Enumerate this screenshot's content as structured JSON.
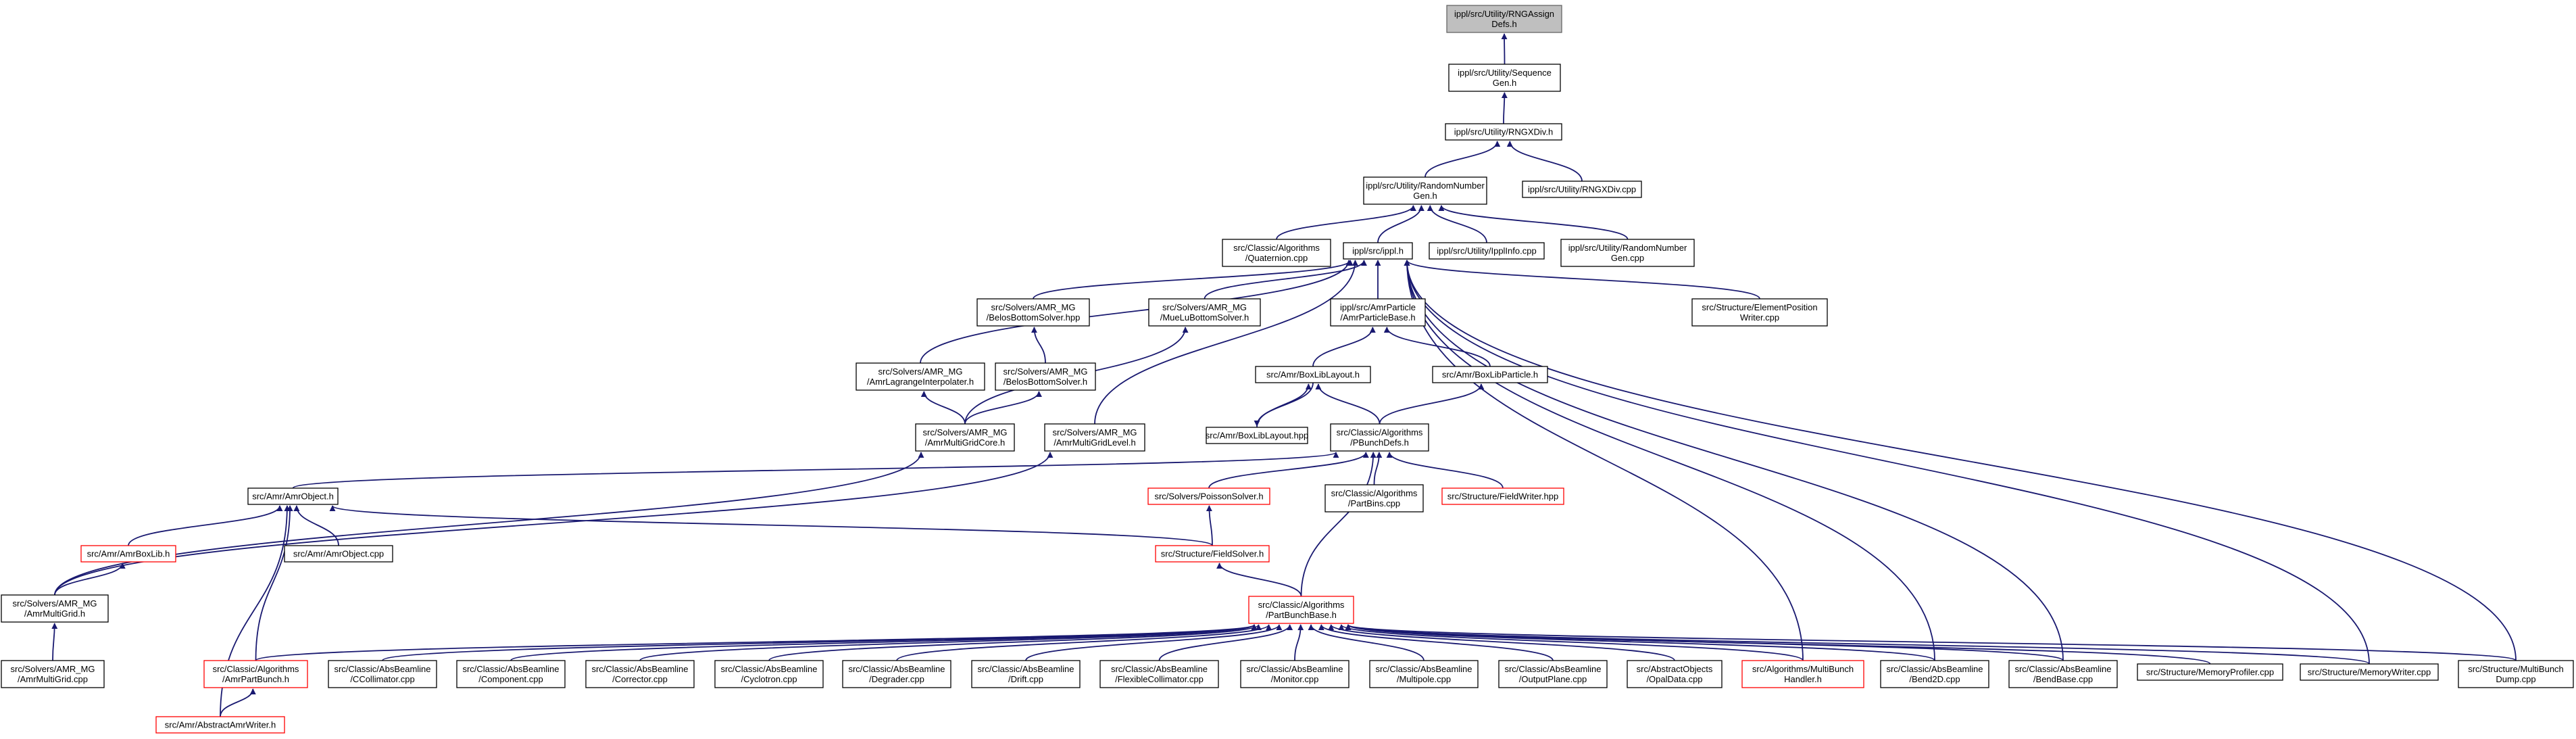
{
  "diagram": {
    "type": "include-dependency-graph",
    "nodes": [
      {
        "id": "rngassign",
        "lines": [
          "ippl/src/Utility/RNGAssign",
          "Defs.h"
        ],
        "style": "root"
      },
      {
        "id": "seqgen",
        "lines": [
          "ippl/src/Utility/Sequence",
          "Gen.h"
        ]
      },
      {
        "id": "rngxdivh",
        "lines": [
          "ippl/src/Utility/RNGXDiv.h"
        ]
      },
      {
        "id": "randgenh",
        "lines": [
          "ippl/src/Utility/RandomNumber",
          "Gen.h"
        ]
      },
      {
        "id": "rngxdivcpp",
        "lines": [
          "ippl/src/Utility/RNGXDiv.cpp"
        ]
      },
      {
        "id": "quaternion",
        "lines": [
          "src/Classic/Algorithms",
          "/Quaternion.cpp"
        ]
      },
      {
        "id": "ipplh",
        "lines": [
          "ippl/src/ippl.h"
        ]
      },
      {
        "id": "ipplinfo",
        "lines": [
          "ippl/src/Utility/IpplInfo.cpp"
        ]
      },
      {
        "id": "randgencpp",
        "lines": [
          "ippl/src/Utility/RandomNumber",
          "Gen.cpp"
        ]
      },
      {
        "id": "belosbotthpp",
        "lines": [
          "src/Solvers/AMR_MG",
          "/BelosBottomSolver.hpp"
        ]
      },
      {
        "id": "muelubott",
        "lines": [
          "src/Solvers/AMR_MG",
          "/MueLuBottomSolver.h"
        ]
      },
      {
        "id": "amrpartbase",
        "lines": [
          "ippl/src/AmrParticle",
          "/AmrParticleBase.h"
        ]
      },
      {
        "id": "elemposwriter",
        "lines": [
          "src/Structure/ElementPosition",
          "Writer.cpp"
        ]
      },
      {
        "id": "amrlagrange",
        "lines": [
          "src/Solvers/AMR_MG",
          "/AmrLagrangeInterpolater.h"
        ]
      },
      {
        "id": "belosbotth",
        "lines": [
          "src/Solvers/AMR_MG",
          "/BelosBottomSolver.h"
        ]
      },
      {
        "id": "amrboxliblayouth",
        "lines": [
          "src/Amr/BoxLibLayout.h"
        ]
      },
      {
        "id": "amrboxlibparticle",
        "lines": [
          "src/Amr/BoxLibParticle.h"
        ]
      },
      {
        "id": "amrboxliblayouthpp",
        "lines": [
          "src/Amr/BoxLibLayout.hpp"
        ]
      },
      {
        "id": "amrmgcore",
        "lines": [
          "src/Solvers/AMR_MG",
          "/AmrMultiGridCore.h"
        ]
      },
      {
        "id": "amrmglevel",
        "lines": [
          "src/Solvers/AMR_MG",
          "/AmrMultiGridLevel.h"
        ]
      },
      {
        "id": "pbunchdefs",
        "lines": [
          "src/Classic/Algorithms",
          "/PBunchDefs.h"
        ]
      },
      {
        "id": "amrobjecth",
        "lines": [
          "src/Amr/AmrObject.h"
        ]
      },
      {
        "id": "poissonsolver",
        "lines": [
          "src/Solvers/PoissonSolver.h"
        ],
        "style": "red"
      },
      {
        "id": "partbins",
        "lines": [
          "src/Classic/Algorithms",
          "/PartBins.cpp"
        ]
      },
      {
        "id": "fieldwriter",
        "lines": [
          "src/Structure/FieldWriter.hpp"
        ],
        "style": "red"
      },
      {
        "id": "amrboxlibh",
        "lines": [
          "src/Amr/AmrBoxLib.h"
        ],
        "style": "red"
      },
      {
        "id": "amrobjectcpp",
        "lines": [
          "src/Amr/AmrObject.cpp"
        ]
      },
      {
        "id": "fieldsolver",
        "lines": [
          "src/Structure/FieldSolver.h"
        ],
        "style": "red"
      },
      {
        "id": "amrmgh",
        "lines": [
          "src/Solvers/AMR_MG",
          "/AmrMultiGrid.h"
        ]
      },
      {
        "id": "partbunchbase",
        "lines": [
          "src/Classic/Algorithms",
          "/PartBunchBase.h"
        ],
        "style": "red"
      },
      {
        "id": "amrmgcpp",
        "lines": [
          "src/Solvers/AMR_MG",
          "/AmrMultiGrid.cpp"
        ]
      },
      {
        "id": "amrpartbunch",
        "lines": [
          "src/Classic/Algorithms",
          "/AmrPartBunch.h"
        ],
        "style": "red"
      },
      {
        "id": "ccollimator",
        "lines": [
          "src/Classic/AbsBeamline",
          "/CCollimator.cpp"
        ]
      },
      {
        "id": "component",
        "lines": [
          "src/Classic/AbsBeamline",
          "/Component.cpp"
        ]
      },
      {
        "id": "corrector",
        "lines": [
          "src/Classic/AbsBeamline",
          "/Corrector.cpp"
        ]
      },
      {
        "id": "cyclotron",
        "lines": [
          "src/Classic/AbsBeamline",
          "/Cyclotron.cpp"
        ]
      },
      {
        "id": "degrader",
        "lines": [
          "src/Classic/AbsBeamline",
          "/Degrader.cpp"
        ]
      },
      {
        "id": "drift",
        "lines": [
          "src/Classic/AbsBeamline",
          "/Drift.cpp"
        ]
      },
      {
        "id": "flexcoll",
        "lines": [
          "src/Classic/AbsBeamline",
          "/FlexibleCollimator.cpp"
        ]
      },
      {
        "id": "monitor",
        "lines": [
          "src/Classic/AbsBeamline",
          "/Monitor.cpp"
        ]
      },
      {
        "id": "multipole",
        "lines": [
          "src/Classic/AbsBeamline",
          "/Multipole.cpp"
        ]
      },
      {
        "id": "outputplane",
        "lines": [
          "src/Classic/AbsBeamline",
          "/OutputPlane.cpp"
        ]
      },
      {
        "id": "opaldata",
        "lines": [
          "src/AbstractObjects",
          "/OpalData.cpp"
        ]
      },
      {
        "id": "multibunchhandler",
        "lines": [
          "src/Algorithms/MultiBunch",
          "Handler.h"
        ],
        "style": "red"
      },
      {
        "id": "bend2d",
        "lines": [
          "src/Classic/AbsBeamline",
          "/Bend2D.cpp"
        ]
      },
      {
        "id": "bendbase",
        "lines": [
          "src/Classic/AbsBeamline",
          "/BendBase.cpp"
        ]
      },
      {
        "id": "memprofiler",
        "lines": [
          "src/Structure/MemoryProfiler.cpp"
        ]
      },
      {
        "id": "memwriter",
        "lines": [
          "src/Structure/MemoryWriter.cpp"
        ]
      },
      {
        "id": "multibunchdump",
        "lines": [
          "src/Structure/MultiBunch",
          "Dump.cpp"
        ]
      },
      {
        "id": "amrwriter",
        "lines": [
          "src/Amr/AbstractAmrWriter.h"
        ],
        "style": "red"
      }
    ],
    "edges": [
      [
        "seqgen",
        "rngassign"
      ],
      [
        "rngxdivh",
        "seqgen"
      ],
      [
        "randgenh",
        "rngxdivh"
      ],
      [
        "rngxdivcpp",
        "rngxdivh"
      ],
      [
        "quaternion",
        "randgenh"
      ],
      [
        "ipplh",
        "randgenh"
      ],
      [
        "ipplinfo",
        "randgenh"
      ],
      [
        "randgencpp",
        "randgenh"
      ],
      [
        "belosbotthpp",
        "ipplh"
      ],
      [
        "muelubott",
        "ipplh"
      ],
      [
        "amrpartbase",
        "ipplh"
      ],
      [
        "elemposwriter",
        "ipplh"
      ],
      [
        "amrlagrange",
        "ipplh"
      ],
      [
        "amrmglevel",
        "ipplh"
      ],
      [
        "bend2d",
        "ipplh"
      ],
      [
        "bendbase",
        "ipplh"
      ],
      [
        "memwriter",
        "ipplh"
      ],
      [
        "multibunchdump",
        "ipplh"
      ],
      [
        "multibunchhandler",
        "ipplh"
      ],
      [
        "belosbotth",
        "belosbotthpp"
      ],
      [
        "amrboxliblayouth",
        "amrpartbase"
      ],
      [
        "amrboxlibparticle",
        "amrpartbase"
      ],
      [
        "amrmgcore",
        "amrlagrange"
      ],
      [
        "amrmgcore",
        "belosbotth"
      ],
      [
        "amrmgcore",
        "muelubott"
      ],
      [
        "amrboxliblayouthpp",
        "amrboxliblayouth"
      ],
      [
        "amrboxliblayouth",
        "amrboxliblayouthpp"
      ],
      [
        "pbunchdefs",
        "amrboxliblayouth"
      ],
      [
        "pbunchdefs",
        "amrboxlibparticle"
      ],
      [
        "amrmgh",
        "amrmgcore"
      ],
      [
        "amrmgh",
        "amrmglevel"
      ],
      [
        "amrobjecth",
        "pbunchdefs"
      ],
      [
        "poissonsolver",
        "pbunchdefs"
      ],
      [
        "partbins",
        "pbunchdefs"
      ],
      [
        "fieldwriter",
        "pbunchdefs"
      ],
      [
        "partbunchbase",
        "pbunchdefs"
      ],
      [
        "amrboxlibh",
        "amrobjecth"
      ],
      [
        "amrobjectcpp",
        "amrobjecth"
      ],
      [
        "fieldsolver",
        "amrobjecth"
      ],
      [
        "amrpartbunch",
        "amrobjecth"
      ],
      [
        "amrwriter",
        "amrobjecth"
      ],
      [
        "fieldsolver",
        "poissonsolver"
      ],
      [
        "amrmgh",
        "amrboxlibh"
      ],
      [
        "partbunchbase",
        "fieldsolver"
      ],
      [
        "amrmgcpp",
        "amrmgh"
      ],
      [
        "amrpartbunch",
        "partbunchbase"
      ],
      [
        "ccollimator",
        "partbunchbase"
      ],
      [
        "component",
        "partbunchbase"
      ],
      [
        "corrector",
        "partbunchbase"
      ],
      [
        "cyclotron",
        "partbunchbase"
      ],
      [
        "degrader",
        "partbunchbase"
      ],
      [
        "drift",
        "partbunchbase"
      ],
      [
        "flexcoll",
        "partbunchbase"
      ],
      [
        "monitor",
        "partbunchbase"
      ],
      [
        "multipole",
        "partbunchbase"
      ],
      [
        "outputplane",
        "partbunchbase"
      ],
      [
        "opaldata",
        "partbunchbase"
      ],
      [
        "multibunchhandler",
        "partbunchbase"
      ],
      [
        "bend2d",
        "partbunchbase"
      ],
      [
        "bendbase",
        "partbunchbase"
      ],
      [
        "memprofiler",
        "partbunchbase"
      ],
      [
        "memwriter",
        "partbunchbase"
      ],
      [
        "multibunchdump",
        "partbunchbase"
      ],
      [
        "amrwriter",
        "amrpartbunch"
      ]
    ]
  }
}
